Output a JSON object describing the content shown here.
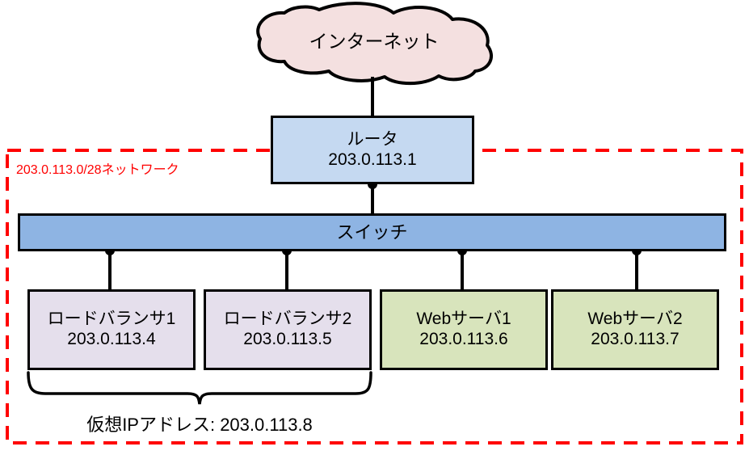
{
  "diagram": {
    "title_region": "network-topology",
    "colors": {
      "cloud_fill": "#f4e0e0",
      "router_fill": "#c5d9f1",
      "switch_fill": "#8eb4e3",
      "loadbalancer_fill": "#e5dfec",
      "webserver_fill": "#d8e4bc",
      "outline": "#000000",
      "network_boundary": "#ff0000"
    },
    "cloud": {
      "label": "インターネット",
      "icon": "cloud-icon"
    },
    "network_boundary": {
      "label": "203.0.113.0/28ネットワーク"
    },
    "router": {
      "name": "ルータ",
      "address": "203.0.113.1"
    },
    "switch": {
      "name": "スイッチ"
    },
    "devices": [
      {
        "name": "ロードバランサ1",
        "address": "203.0.113.4"
      },
      {
        "name": "ロードバランサ2",
        "address": "203.0.113.5"
      },
      {
        "name": "Webサーバ1",
        "address": "203.0.113.6"
      },
      {
        "name": "Webサーバ2",
        "address": "203.0.113.7"
      }
    ],
    "virtual_ip": {
      "label": "仮想IPアドレス: 203.0.113.8"
    }
  }
}
